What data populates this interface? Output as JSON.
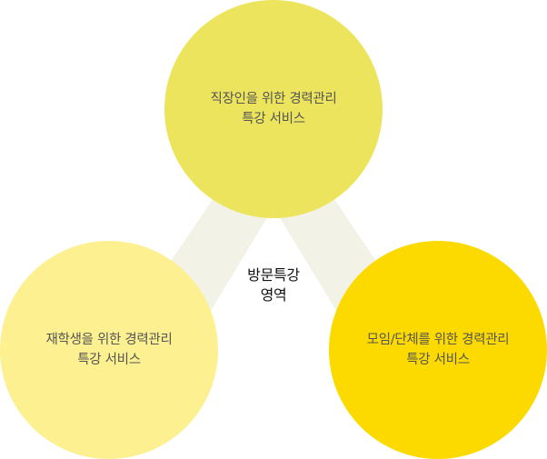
{
  "center": {
    "line1": "방문특강",
    "line2": "영역"
  },
  "nodes": {
    "top": {
      "line1": "직장인을 위한 경력관리",
      "line2": "특강 서비스"
    },
    "left": {
      "line1": "재학생을 위한 경력관리",
      "line2": "특강 서비스"
    },
    "right": {
      "line1": "모임/단체를 위한 경력관리",
      "line2": "특강 서비스"
    }
  },
  "colors": {
    "triangle_band": "#f3f2e6",
    "top_circle": "#ece45d",
    "left_circle": "#fcf091",
    "right_circle": "#fcda00",
    "node_text": "#555555",
    "center_text": "#111111"
  }
}
